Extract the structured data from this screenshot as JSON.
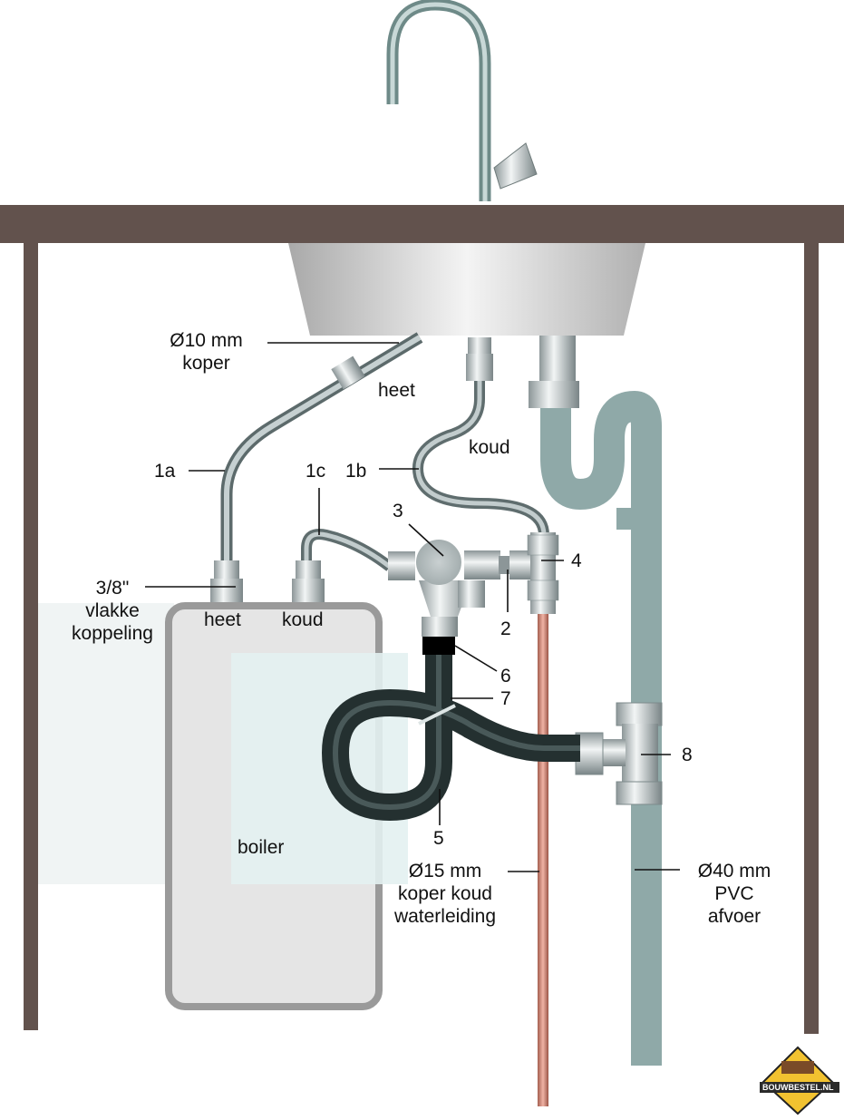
{
  "title": "Boiler aansluitschema onder aanrecht",
  "colors": {
    "counter": "#62524d",
    "steel": "#b9c2c4",
    "copper": "#d08a78",
    "pvc": "#8fa9a8",
    "hose": "#2b3a3a",
    "boiler_body": "#e5e5e5",
    "boiler_border": "#9a9a9a",
    "logo_yellow": "#f2c230"
  },
  "labels": {
    "copper_10mm_line1": "Ø10 mm",
    "copper_10mm_line2": "koper",
    "heet_top": "heet",
    "koud_top": "koud",
    "l1a": "1a",
    "l1c": "1c",
    "l1b": "1b",
    "l3": "3",
    "l4": "4",
    "l2": "2",
    "coupling_line1": "3/8\"",
    "coupling_line2": "vlakke",
    "coupling_line3": "koppeling",
    "boiler_heet": "heet",
    "boiler_koud": "koud",
    "l6": "6",
    "l7": "7",
    "l8": "8",
    "l5": "5",
    "boiler": "boiler",
    "copper_15mm_line1": "Ø15 mm",
    "copper_15mm_line2": "koper koud",
    "copper_15mm_line3": "waterleiding",
    "pvc_line1": "Ø40 mm",
    "pvc_line2": "PVC",
    "pvc_line3": "afvoer"
  },
  "logo": {
    "text": "BOUWBESTEL.NL",
    "icon": "construction-sign-icon"
  }
}
